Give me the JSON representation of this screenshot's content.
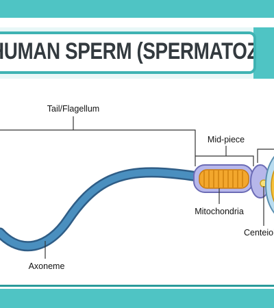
{
  "title": "HUMAN SPERM (SPERMATOZOA)",
  "labels": {
    "tail": "Tail/Flagellum",
    "midpiece": "Mid-piece",
    "mitochondria": "Mitochondria",
    "centriole": "Centeiole",
    "axoneme": "Axoneme"
  },
  "colors": {
    "band": "#4fc4c4",
    "tail_fill": "#4a8fbf",
    "tail_outline": "#2f5d86",
    "midpiece_fill": "#b7b7ea",
    "mitochondria": "#f3a72d",
    "head_fill": "#b9dcef",
    "nucleus": "#f7c23a"
  }
}
